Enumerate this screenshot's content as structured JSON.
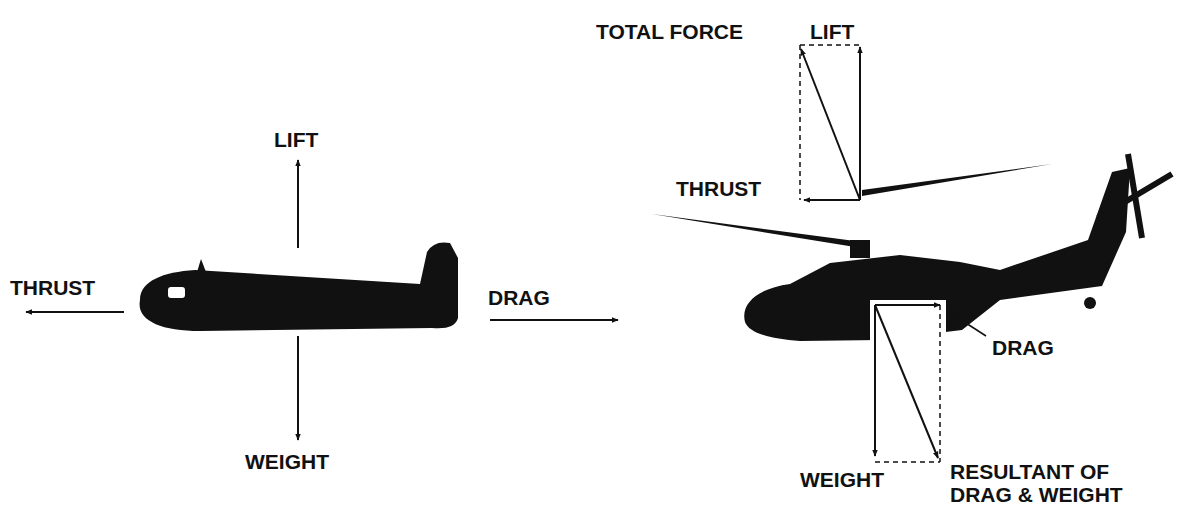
{
  "diagram": {
    "labels": [
      "LIFT",
      "THRUST",
      "DRAG",
      "WEIGHT",
      "TOTAL FORCE",
      "LIFT",
      "THRUST",
      "DRAG",
      "WEIGHT",
      "RESULTANT OF DRAG & WEIGHT"
    ]
  }
}
